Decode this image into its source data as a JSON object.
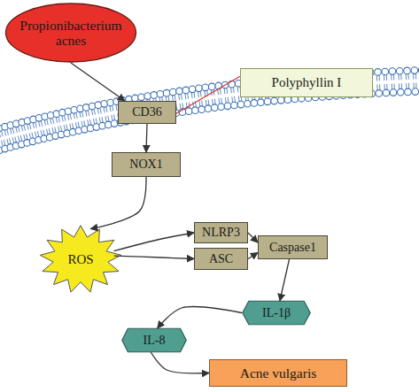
{
  "diagram": {
    "nodes": [
      {
        "text": [
          "Propionibacterium acnes"
        ]
      },
      {
        "text": [
          "Polyphyllin I"
        ]
      },
      {
        "text": [
          "CD36"
        ]
      },
      {
        "text": [
          "NOX1"
        ]
      },
      {
        "text": [
          "ROS"
        ]
      },
      {
        "text": [
          "NLRP3"
        ]
      },
      {
        "text": [
          "ASC"
        ]
      },
      {
        "text": [
          "Caspase1"
        ]
      },
      {
        "text": [
          "IL-1β"
        ]
      },
      {
        "text": [
          "IL-8"
        ]
      },
      {
        "text": [
          "Acne vulgaris"
        ]
      }
    ],
    "edges": [
      {
        "from": 0,
        "to": 2,
        "arrow": "to"
      },
      {
        "from": 1,
        "to": 2,
        "arrow": "none"
      },
      {
        "from": 2,
        "to": 3,
        "arrow": "to"
      },
      {
        "from": 3,
        "to": 4,
        "arrow": "to"
      },
      {
        "from": 4,
        "to": 5,
        "arrow": "to"
      },
      {
        "from": 4,
        "to": 6,
        "arrow": "to"
      },
      {
        "from": 5,
        "to": 7,
        "arrow": "to"
      },
      {
        "from": 6,
        "to": 7,
        "arrow": "to"
      },
      {
        "from": 7,
        "to": 8,
        "arrow": "to"
      },
      {
        "from": 8,
        "to": 9,
        "arrow": "to"
      },
      {
        "from": 9,
        "to": 10,
        "arrow": "to"
      }
    ]
  }
}
